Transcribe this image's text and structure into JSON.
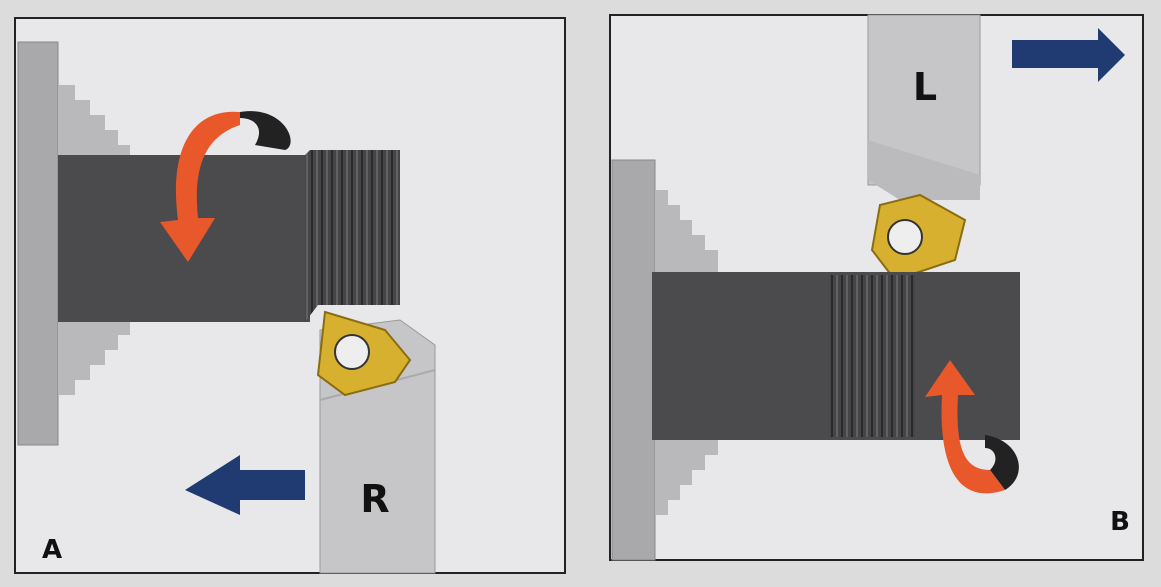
{
  "panels": {
    "a": {
      "label": "A",
      "tool_label": "R",
      "feed_direction": "left",
      "rotation": "toward-viewer-downward"
    },
    "b": {
      "label": "B",
      "tool_label": "L",
      "feed_direction": "right",
      "rotation": "upward"
    }
  },
  "colors": {
    "background": "#e8e8ea",
    "workpiece": "#4b4b4d",
    "chuck": "#a9a9ab",
    "holder": "#c6c6c8",
    "insert": "#d8b030",
    "rotation_arrow": "#e8582a",
    "feed_arrow": "#1f3b72"
  }
}
